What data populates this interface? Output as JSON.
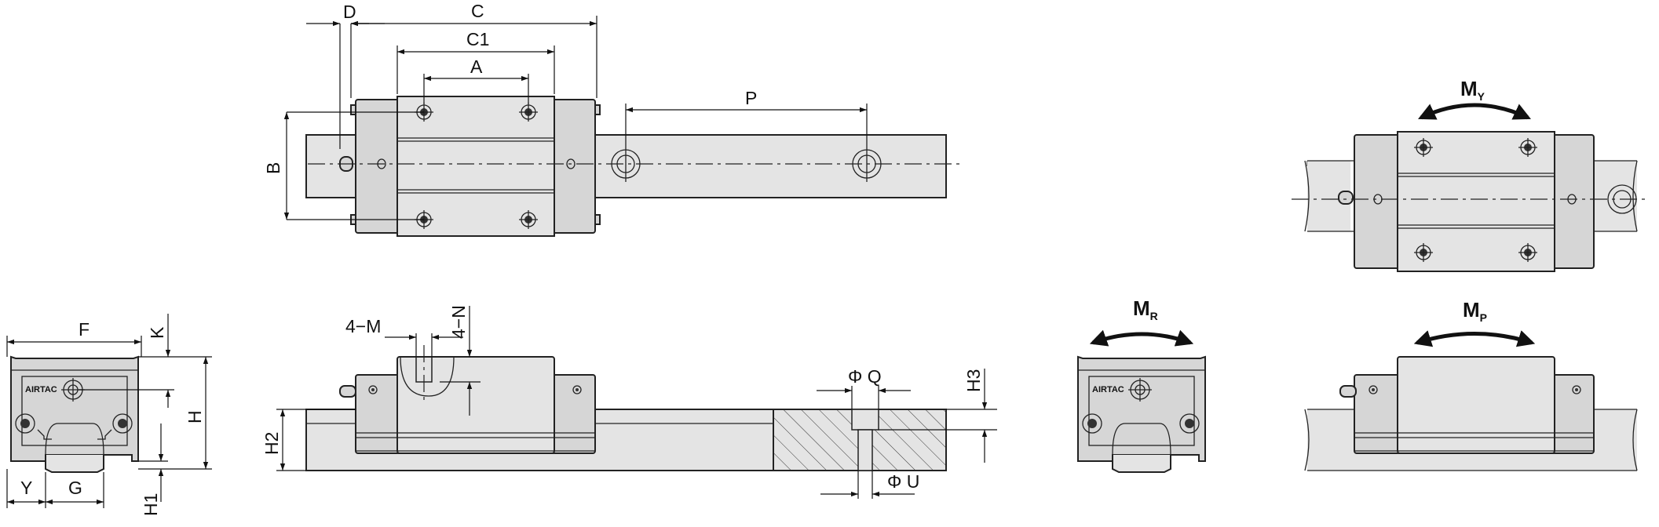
{
  "dimensions": {
    "D": "D",
    "C": "C",
    "C1": "C1",
    "A": "A",
    "P": "P",
    "B": "B",
    "F": "F",
    "K": "K",
    "H": "H",
    "H1": "H1",
    "Y": "Y",
    "G": "G",
    "M": "4−M",
    "N": "4−N",
    "H2": "H2",
    "Q": "Φ Q",
    "H3": "H3",
    "U": "Φ U"
  },
  "moments": {
    "MY": {
      "base": "M",
      "sub": "Y"
    },
    "MR": {
      "base": "M",
      "sub": "R"
    },
    "MP": {
      "base": "M",
      "sub": "P"
    }
  },
  "logo": "AIRTAC"
}
